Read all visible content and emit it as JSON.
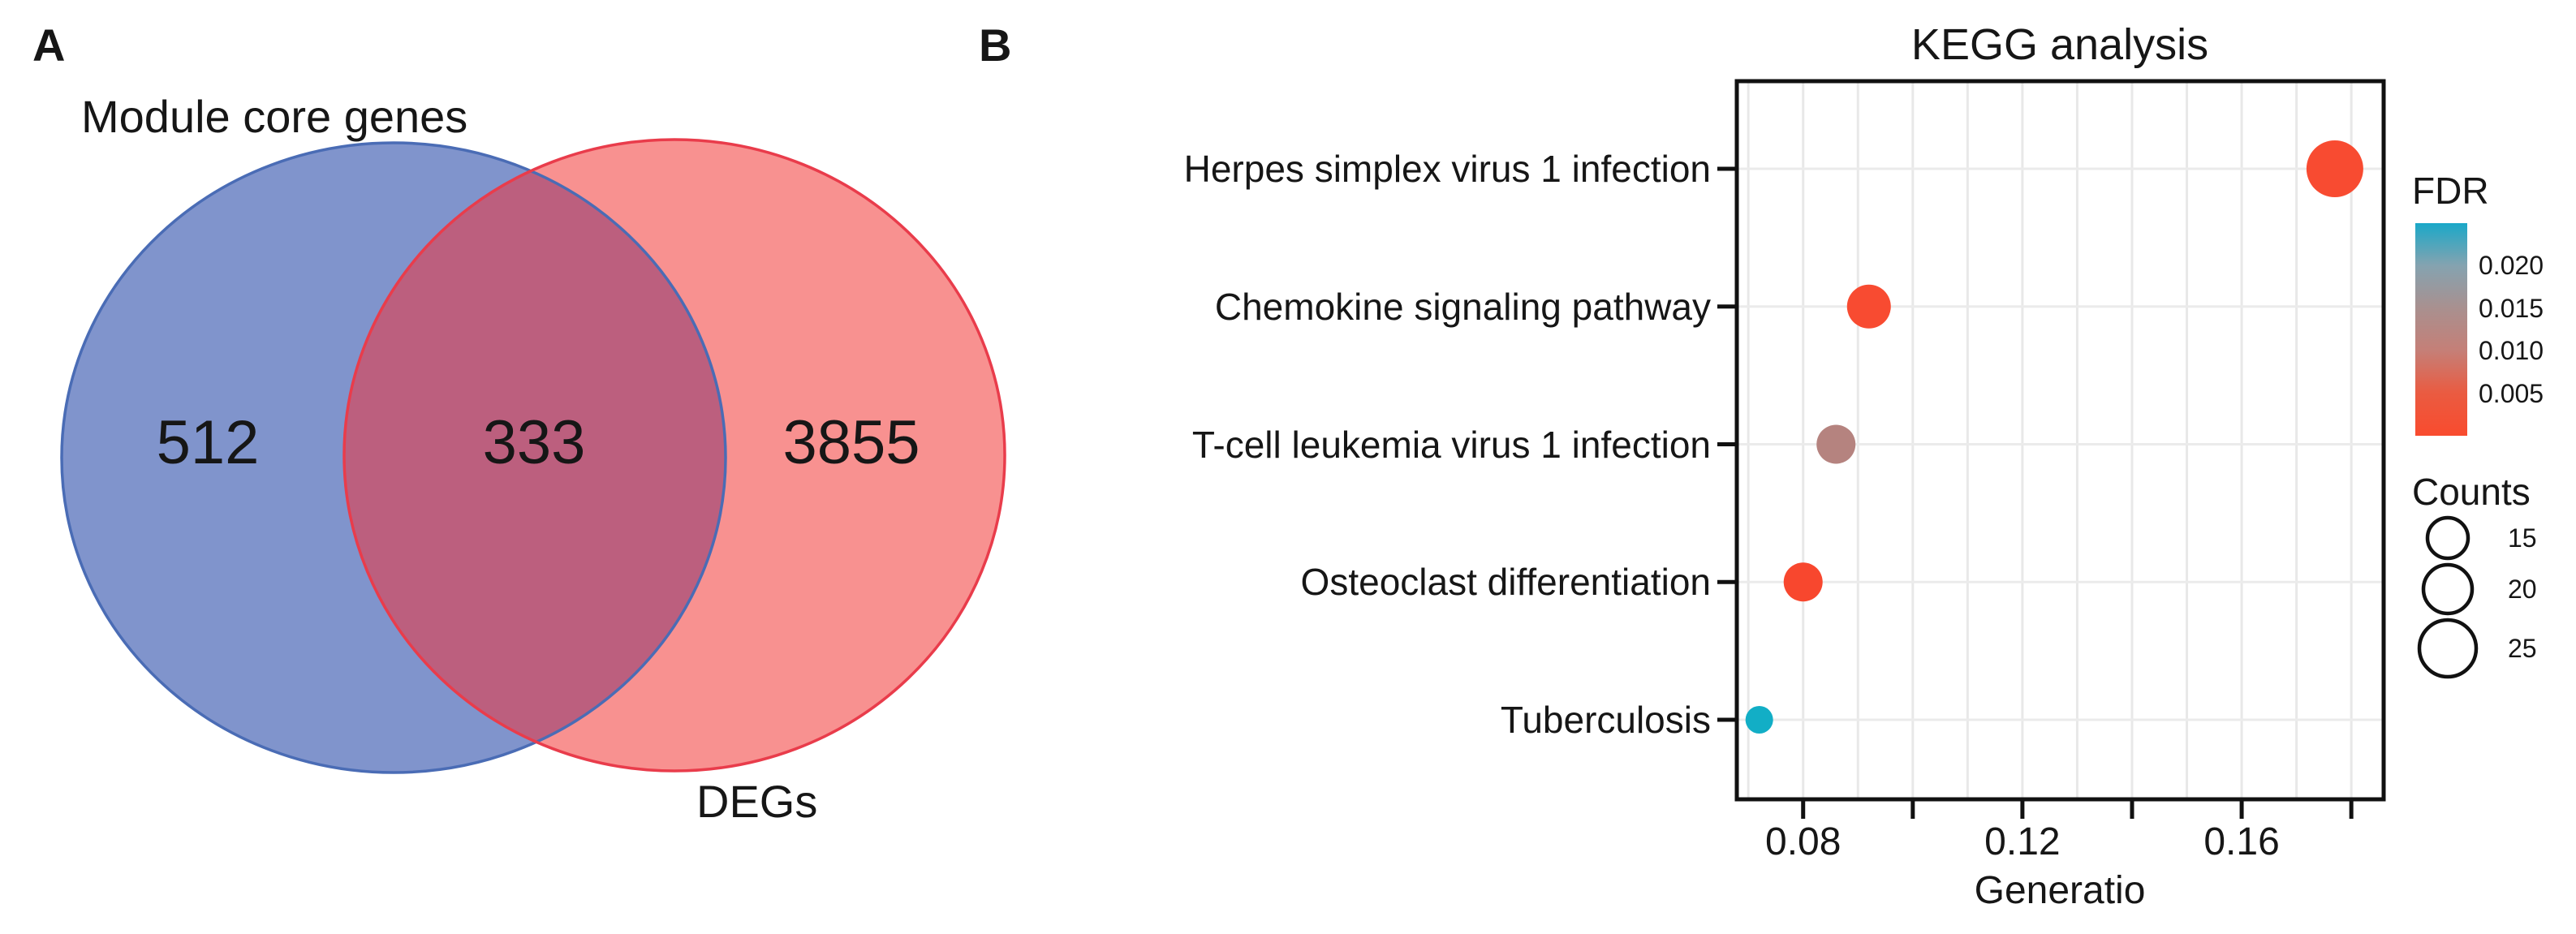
{
  "panel_a": {
    "label": "A",
    "set1_label": "Module core genes",
    "set2_label": "DEGs",
    "set1_only": "512",
    "intersection": "333",
    "set2_only": "3855",
    "colors": {
      "set1_fill": "#8094cc",
      "set1_stroke": "#4a6cb5",
      "set2_fill": "#f89190",
      "set2_stroke": "#e93c4b",
      "overlap_fill": "#bc5f7e"
    }
  },
  "panel_b": {
    "label": "B"
  },
  "chart_data": {
    "type": "scatter",
    "title": "KEGG analysis",
    "xlabel": "Generatio",
    "ylabel": "",
    "xlim": [
      0.0679,
      0.1859
    ],
    "x_grid_step": 0.01,
    "grid": true,
    "x_ticks": [
      {
        "value": 0.08,
        "label": "0.08"
      },
      {
        "value": 0.1,
        "label": ""
      },
      {
        "value": 0.12,
        "label": "0.12"
      },
      {
        "value": 0.14,
        "label": ""
      },
      {
        "value": 0.16,
        "label": "0.16"
      },
      {
        "value": 0.18,
        "label": ""
      }
    ],
    "categories": [
      "Herpes simplex virus 1 infection",
      "Chemokine signaling pathway",
      "T-cell leukemia virus 1 infection",
      "Osteoclast differentiation",
      "Tuberculosis"
    ],
    "points": [
      {
        "pathway": "Herpes simplex virus 1 infection",
        "generatio": 0.177,
        "count": 25,
        "fdr": 0.001,
        "color": "#f84b31"
      },
      {
        "pathway": "Chemokine signaling pathway",
        "generatio": 0.092,
        "count": 17,
        "fdr": 0.002,
        "color": "#f84b31"
      },
      {
        "pathway": "T-cell leukemia virus 1 infection",
        "generatio": 0.086,
        "count": 14,
        "fdr": 0.013,
        "color": "#b5837f"
      },
      {
        "pathway": "Osteoclast differentiation",
        "generatio": 0.08,
        "count": 14,
        "fdr": 0.002,
        "color": "#f8472e"
      },
      {
        "pathway": "Tuberculosis",
        "generatio": 0.072,
        "count": 7,
        "fdr": 0.022,
        "color": "#12aec6"
      }
    ],
    "fdr_legend": {
      "title": "FDR",
      "range": [
        0,
        0.025
      ],
      "tick_values": [
        0.02,
        0.015,
        0.01,
        0.005
      ],
      "tick_labels": [
        "0.020",
        "0.015",
        "0.010",
        "0.005"
      ],
      "gradient_stops": [
        "#1aa8c8",
        "#85a3b0",
        "#a9908f",
        "#c57f77",
        "#ea5b41",
        "#f94b2e"
      ]
    },
    "counts_legend": {
      "title": "Counts",
      "sizes": [
        15,
        20,
        25
      ],
      "labels": [
        "15",
        "20",
        "25"
      ]
    }
  }
}
